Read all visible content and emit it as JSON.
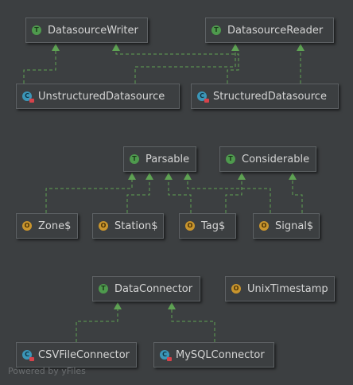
{
  "nodes": {
    "datasource_writer": {
      "label": "DatasourceWriter",
      "kind": "trait",
      "icon": "trait-icon"
    },
    "datasource_reader": {
      "label": "DatasourceReader",
      "kind": "trait",
      "icon": "trait-icon"
    },
    "unstructured_datasource": {
      "label": "UnstructuredDatasource",
      "kind": "class",
      "icon": "class-icon"
    },
    "structured_datasource": {
      "label": "StructuredDatasource",
      "kind": "class",
      "icon": "class-icon"
    },
    "parsable": {
      "label": "Parsable",
      "kind": "trait",
      "icon": "trait-icon"
    },
    "considerable": {
      "label": "Considerable",
      "kind": "trait",
      "icon": "trait-icon"
    },
    "zone": {
      "label": "Zone$",
      "kind": "object",
      "icon": "object-icon"
    },
    "station": {
      "label": "Station$",
      "kind": "object",
      "icon": "object-icon"
    },
    "tag": {
      "label": "Tag$",
      "kind": "object",
      "icon": "object-icon"
    },
    "signal": {
      "label": "Signal$",
      "kind": "object",
      "icon": "object-icon"
    },
    "data_connector": {
      "label": "DataConnector",
      "kind": "trait",
      "icon": "trait-icon"
    },
    "unix_timestamp": {
      "label": "UnixTimestamp",
      "kind": "object",
      "icon": "object-icon"
    },
    "csv_file_connector": {
      "label": "CSVFileConnector",
      "kind": "class",
      "icon": "class-icon"
    },
    "mysql_connector": {
      "label": "MySQLConnector",
      "kind": "class",
      "icon": "class-icon"
    }
  },
  "badges": {
    "trait": "T",
    "object": "O",
    "class": "C"
  },
  "edges": [
    {
      "from": "unstructured_datasource",
      "to": "datasource_writer"
    },
    {
      "from": "structured_datasource",
      "to": "datasource_writer"
    },
    {
      "from": "unstructured_datasource",
      "to": "datasource_reader"
    },
    {
      "from": "structured_datasource",
      "to": "datasource_reader"
    },
    {
      "from": "zone",
      "to": "parsable"
    },
    {
      "from": "station",
      "to": "parsable"
    },
    {
      "from": "tag",
      "to": "parsable"
    },
    {
      "from": "signal",
      "to": "parsable"
    },
    {
      "from": "tag",
      "to": "considerable"
    },
    {
      "from": "signal",
      "to": "considerable"
    },
    {
      "from": "csv_file_connector",
      "to": "data_connector"
    },
    {
      "from": "mysql_connector",
      "to": "data_connector"
    }
  ],
  "colors": {
    "background": "#3c3f41",
    "edge": "#5fa354",
    "text": "#d4d4d4",
    "border": "#5e6265"
  },
  "footer": "Powered by yFiles"
}
